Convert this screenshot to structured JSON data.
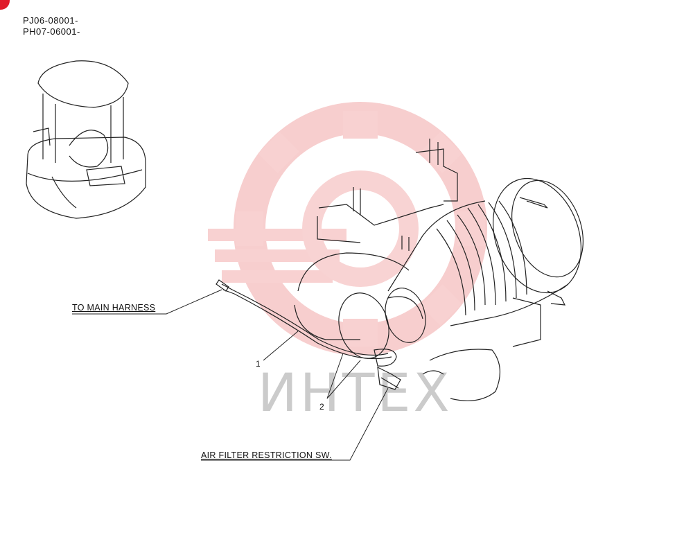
{
  "serials": [
    "PJ06-08001-",
    "PH07-06001-"
  ],
  "callouts": {
    "harness": "TO MAIN HARNESS",
    "switch": "AIR FILTER RESTRICTION SW."
  },
  "parts": [
    "1",
    "2"
  ],
  "watermark": {
    "text": "ИНТЕХ",
    "gear_color": "#f7c4c4",
    "text_color": "#a0a0a0"
  },
  "colors": {
    "line": "#222222",
    "accent": "#e01b2a"
  }
}
